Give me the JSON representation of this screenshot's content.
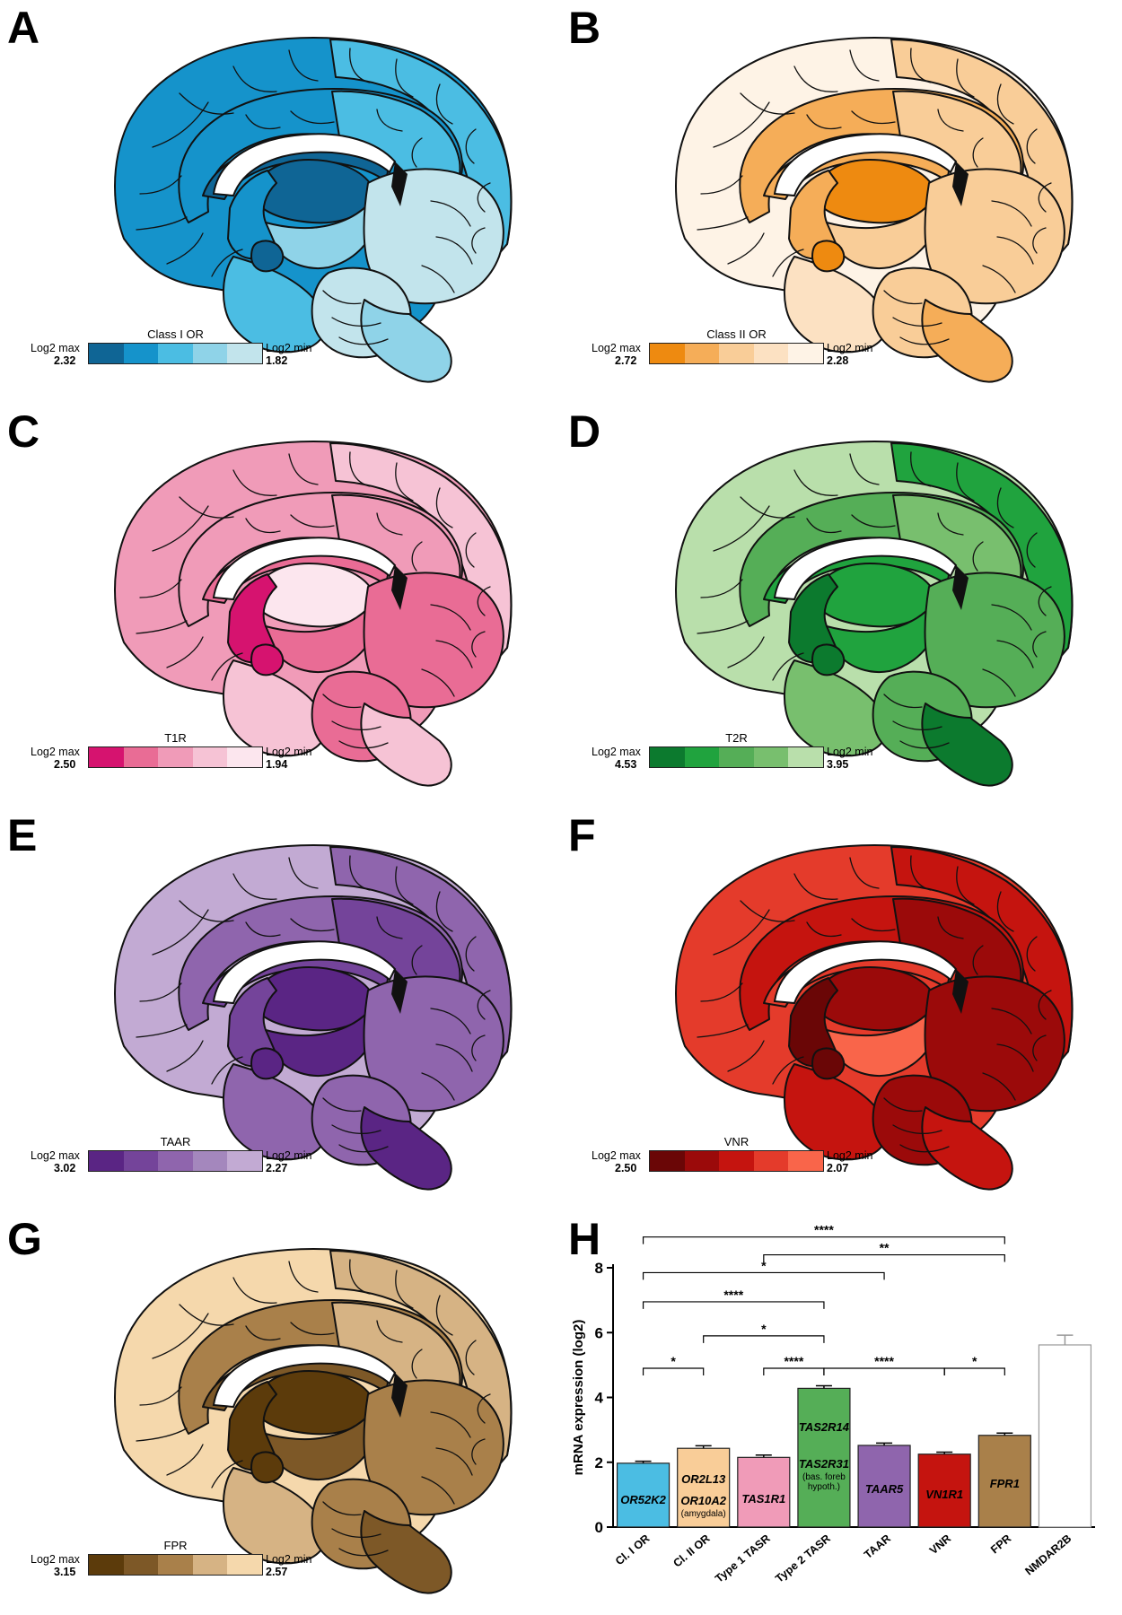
{
  "panels": [
    {
      "letter": "A",
      "title": "Class I OR",
      "max_label": "Log2 max",
      "max_value": "2.32",
      "min_label": "Log2 min",
      "min_value": "1.82",
      "scale": [
        "#0f6595",
        "#1593cb",
        "#4bbde3",
        "#8fd3e8",
        "#c2e4ec"
      ],
      "regions": {
        "cortex_outer": "#1593cb",
        "cortex_back": "#4bbde3",
        "cingulate": "#1593cb",
        "cingulate_back": "#4bbde3",
        "thalamus": "#0f6595",
        "basal": "#1593cb",
        "hypothalamus": "#8fd3e8",
        "midbrain": "#c2e4ec",
        "temporal": "#4bbde3",
        "cerebellum": "#c2e4ec",
        "brainstem": "#8fd3e8",
        "amygdala": "#0f6595",
        "inner_band": "#0f6595"
      }
    },
    {
      "letter": "B",
      "title": "Class II OR",
      "max_label": "Log2 max",
      "max_value": "2.72",
      "min_label": "Log2 min",
      "min_value": "2.28",
      "scale": [
        "#ee8a10",
        "#f5ad58",
        "#f9cd98",
        "#fce1c2",
        "#fef3e6"
      ],
      "regions": {
        "cortex_outer": "#fef3e6",
        "cortex_back": "#f9cd98",
        "cingulate": "#f5ad58",
        "cingulate_back": "#f9cd98",
        "thalamus": "#ee8a10",
        "basal": "#f5ad58",
        "hypothalamus": "#f9cd98",
        "midbrain": "#f9cd98",
        "temporal": "#fce1c2",
        "cerebellum": "#f9cd98",
        "brainstem": "#f5ad58",
        "amygdala": "#ee8a10",
        "inner_band": "#f5ad58"
      }
    },
    {
      "letter": "C",
      "title": "T1R",
      "max_label": "Log2 max",
      "max_value": "2.50",
      "min_label": "Log2 min",
      "min_value": "1.94",
      "scale": [
        "#d6136f",
        "#e96c95",
        "#f09bb8",
        "#f6c3d5",
        "#fce6ee"
      ],
      "regions": {
        "cortex_outer": "#f09bb8",
        "cortex_back": "#f6c3d5",
        "cingulate": "#f09bb8",
        "cingulate_back": "#f09bb8",
        "thalamus": "#fce6ee",
        "basal": "#d6136f",
        "hypothalamus": "#e96c95",
        "midbrain": "#e96c95",
        "temporal": "#f6c3d5",
        "cerebellum": "#e96c95",
        "brainstem": "#f6c3d5",
        "amygdala": "#d6136f",
        "inner_band": "#e96c95"
      }
    },
    {
      "letter": "D",
      "title": "T2R",
      "max_label": "Log2 max",
      "max_value": "4.53",
      "min_label": "Log2 min",
      "min_value": "3.95",
      "scale": [
        "#0c7a2e",
        "#20a33e",
        "#55ae57",
        "#78bf6e",
        "#b9dfab"
      ],
      "regions": {
        "cortex_outer": "#b9dfab",
        "cortex_back": "#20a33e",
        "cingulate": "#55ae57",
        "cingulate_back": "#78bf6e",
        "thalamus": "#20a33e",
        "basal": "#0c7a2e",
        "hypothalamus": "#20a33e",
        "midbrain": "#55ae57",
        "temporal": "#78bf6e",
        "cerebellum": "#55ae57",
        "brainstem": "#0c7a2e",
        "amygdala": "#0c7a2e",
        "inner_band": "#20a33e"
      }
    },
    {
      "letter": "E",
      "title": "TAAR",
      "max_label": "Log2 max",
      "max_value": "3.02",
      "min_label": "Log2 min",
      "min_value": "2.27",
      "scale": [
        "#5a2584",
        "#74449a",
        "#8f65ad",
        "#a487bd",
        "#c2aad3"
      ],
      "regions": {
        "cortex_outer": "#c2aad3",
        "cortex_back": "#8f65ad",
        "cingulate": "#8f65ad",
        "cingulate_back": "#74449a",
        "thalamus": "#5a2584",
        "basal": "#74449a",
        "hypothalamus": "#5a2584",
        "midbrain": "#8f65ad",
        "temporal": "#8f65ad",
        "cerebellum": "#8f65ad",
        "brainstem": "#5a2584",
        "amygdala": "#5a2584",
        "inner_band": "#74449a"
      }
    },
    {
      "letter": "F",
      "title": "VNR",
      "max_label": "Log2 max",
      "max_value": "2.50",
      "min_label": "Log2 min",
      "min_value": "2.07",
      "scale": [
        "#6a0606",
        "#9b0a0a",
        "#c5140f",
        "#e43b2b",
        "#f9654a"
      ],
      "regions": {
        "cortex_outer": "#e43b2b",
        "cortex_back": "#c5140f",
        "cingulate": "#c5140f",
        "cingulate_back": "#9b0a0a",
        "thalamus": "#9b0a0a",
        "basal": "#6a0606",
        "hypothalamus": "#f9654a",
        "midbrain": "#9b0a0a",
        "temporal": "#c5140f",
        "cerebellum": "#9b0a0a",
        "brainstem": "#c5140f",
        "amygdala": "#6a0606",
        "inner_band": "#e43b2b"
      }
    },
    {
      "letter": "G",
      "title": "FPR",
      "max_label": "Log2 max",
      "max_value": "3.15",
      "min_label": "Log2 min",
      "min_value": "2.57",
      "scale": [
        "#5c3b0b",
        "#7d5827",
        "#a9804a",
        "#d6b384",
        "#f5d8ac"
      ],
      "regions": {
        "cortex_outer": "#f5d8ac",
        "cortex_back": "#d6b384",
        "cingulate": "#a9804a",
        "cingulate_back": "#d6b384",
        "thalamus": "#5c3b0b",
        "basal": "#5c3b0b",
        "hypothalamus": "#7d5827",
        "midbrain": "#a9804a",
        "temporal": "#d6b384",
        "cerebellum": "#a9804a",
        "brainstem": "#7d5827",
        "amygdala": "#5c3b0b",
        "inner_band": "#7d5827"
      }
    }
  ],
  "panel_h_letter": "H",
  "chart_data": {
    "type": "bar",
    "ylabel": "mRNA expression (log2)",
    "ylim": [
      0,
      8
    ],
    "yticks": [
      0,
      2,
      4,
      6,
      8
    ],
    "categories": [
      "Cl. I OR",
      "Cl. II OR",
      "Type 1 TASR",
      "Type 2 TASR",
      "TAAR",
      "VNR",
      "FPR",
      "NMDAR2B"
    ],
    "values": [
      1.97,
      2.43,
      2.15,
      4.28,
      2.52,
      2.25,
      2.83,
      5.62
    ],
    "errors": [
      0.06,
      0.08,
      0.07,
      0.08,
      0.07,
      0.06,
      0.07,
      0.3
    ],
    "colors": [
      "#4bbde3",
      "#f9cd98",
      "#f09bb8",
      "#55ae57",
      "#8f65ad",
      "#c5140f",
      "#a9804a",
      "#ffffff"
    ],
    "bar_labels": [
      {
        "lines": [
          "OR52K2"
        ],
        "color": "#000000"
      },
      {
        "lines": [
          "OR2L13",
          "OR10A2",
          "(amygdala)"
        ],
        "color": "#000000"
      },
      {
        "lines": [
          "TAS1R1"
        ],
        "color": "#000000"
      },
      {
        "lines": [
          "TAS2R14",
          "TAS2R31",
          "(bas. foreb",
          "hypoth.)"
        ],
        "color": "#000000"
      },
      {
        "lines": [
          "TAAR5"
        ],
        "color": "#000000"
      },
      {
        "lines": [
          "VN1R1"
        ],
        "color": "#000000"
      },
      {
        "lines": [
          "FPR1"
        ],
        "color": "#000000"
      },
      {
        "lines": [],
        "color": "#000000"
      }
    ],
    "significance": [
      {
        "from": 0,
        "to": 6,
        "level": 8.95,
        "stars": "****"
      },
      {
        "from": 2,
        "to": 6,
        "level": 8.4,
        "stars": "**"
      },
      {
        "from": 0,
        "to": 4,
        "level": 7.85,
        "stars": "*"
      },
      {
        "from": 0,
        "to": 3,
        "level": 6.95,
        "stars": "****"
      },
      {
        "from": 1,
        "to": 3,
        "level": 5.9,
        "stars": "*"
      },
      {
        "from": 0,
        "to": 1,
        "level": 4.9,
        "stars": "*"
      },
      {
        "from": 2,
        "to": 3,
        "level": 4.9,
        "stars": "****"
      },
      {
        "from": 3,
        "to": 5,
        "level": 4.9,
        "stars": "****"
      },
      {
        "from": 5,
        "to": 6,
        "level": 4.9,
        "stars": "*"
      }
    ]
  }
}
